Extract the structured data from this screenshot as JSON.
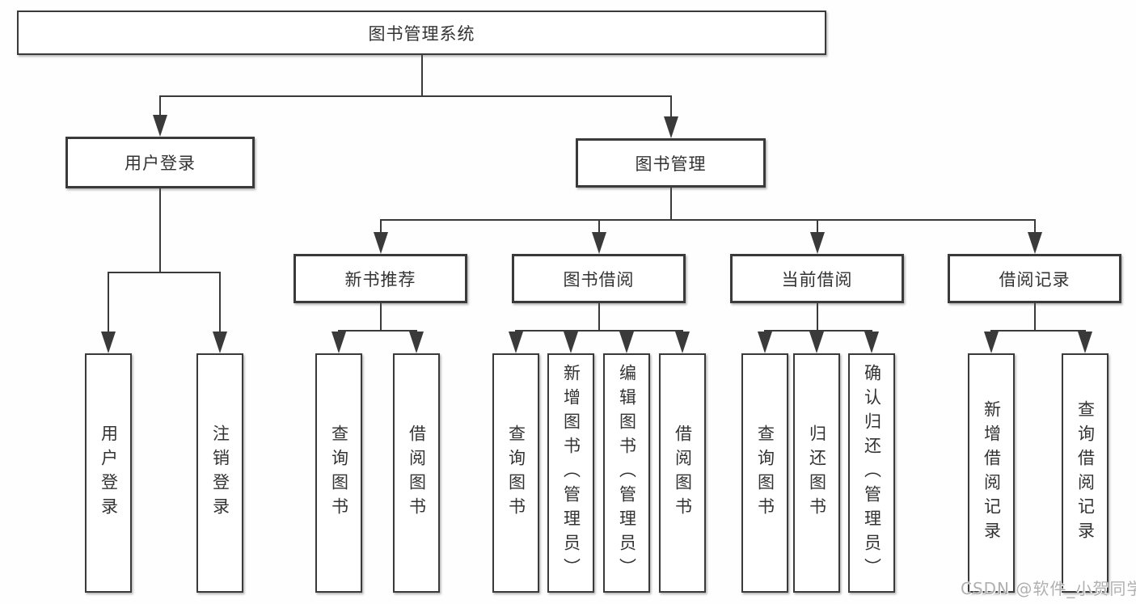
{
  "diagram": {
    "root": {
      "id": "system",
      "label": "图书管理系统"
    },
    "tree": [
      {
        "id": "user-login",
        "label": "用户登录",
        "children": [
          {
            "id": "leaf-user-login",
            "label": "用户登录"
          },
          {
            "id": "leaf-logout",
            "label": "注销登录"
          }
        ]
      },
      {
        "id": "book-management",
        "label": "图书管理",
        "children": [
          {
            "id": "new-book-recommend",
            "label": "新书推荐",
            "children": [
              {
                "id": "nb-query",
                "label": "查询图书"
              },
              {
                "id": "nb-borrow",
                "label": "借阅图书"
              }
            ]
          },
          {
            "id": "book-borrow",
            "label": "图书借阅",
            "children": [
              {
                "id": "bb-query",
                "label": "查询图书"
              },
              {
                "id": "bb-add",
                "label": "新增图书（管理员）"
              },
              {
                "id": "bb-edit",
                "label": "编辑图书（管理员）"
              },
              {
                "id": "bb-borrow",
                "label": "借阅图书"
              }
            ]
          },
          {
            "id": "current-borrow",
            "label": "当前借阅",
            "children": [
              {
                "id": "cb-query",
                "label": "查询图书"
              },
              {
                "id": "cb-return",
                "label": "归还图书"
              },
              {
                "id": "cb-confirm",
                "label": "确认归还（管理员）"
              }
            ]
          },
          {
            "id": "borrow-records",
            "label": "借阅记录",
            "children": [
              {
                "id": "br-add",
                "label": "新增借阅记录"
              },
              {
                "id": "br-query",
                "label": "查询借阅记录"
              }
            ]
          }
        ]
      }
    ]
  },
  "watermark": {
    "text": "CSDN @软件_小贺同学"
  },
  "colors": {
    "line": "#3a3a3a",
    "box_border": "#3a3a3a",
    "box_fill": "#ffffff",
    "text": "#333333",
    "watermark": "#b0b0b0"
  }
}
